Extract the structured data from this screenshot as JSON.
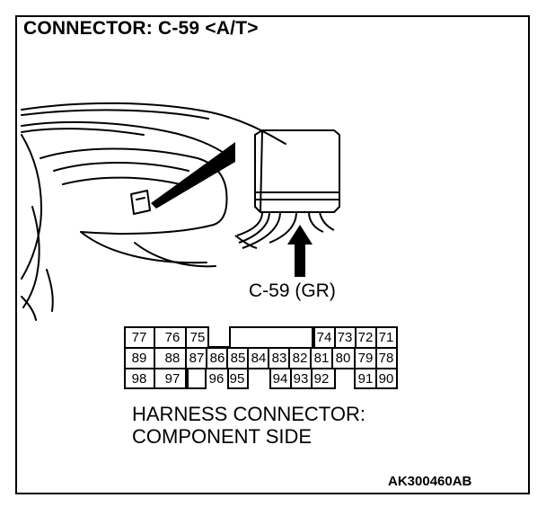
{
  "title": "CONNECTOR: C-59 <A/T>",
  "connector_label": "C-59 (GR)",
  "caption": {
    "line1": "HARNESS CONNECTOR:",
    "line2": "COMPONENT SIDE"
  },
  "figure_id": "AK300460AB",
  "pins": {
    "row1": [
      "77",
      "76",
      "75",
      "74",
      "73",
      "72",
      "71"
    ],
    "row2": [
      "89",
      "88",
      "87",
      "86",
      "85",
      "84",
      "83",
      "82",
      "81",
      "80",
      "79",
      "78"
    ],
    "row3": [
      "98",
      "97",
      "96",
      "95",
      "94",
      "93",
      "92",
      "91",
      "90"
    ]
  }
}
